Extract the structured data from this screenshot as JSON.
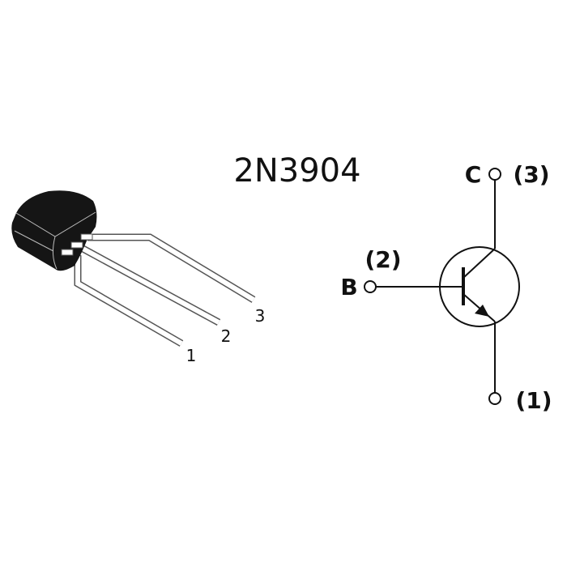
{
  "title": "2N3904",
  "package": {
    "pin_labels": [
      "1",
      "2",
      "3"
    ]
  },
  "schematic": {
    "collector": {
      "letter": "C",
      "pin": "(3)"
    },
    "base": {
      "letter": "B",
      "pin": "(2)"
    },
    "emitter": {
      "pin": "(1)"
    }
  }
}
